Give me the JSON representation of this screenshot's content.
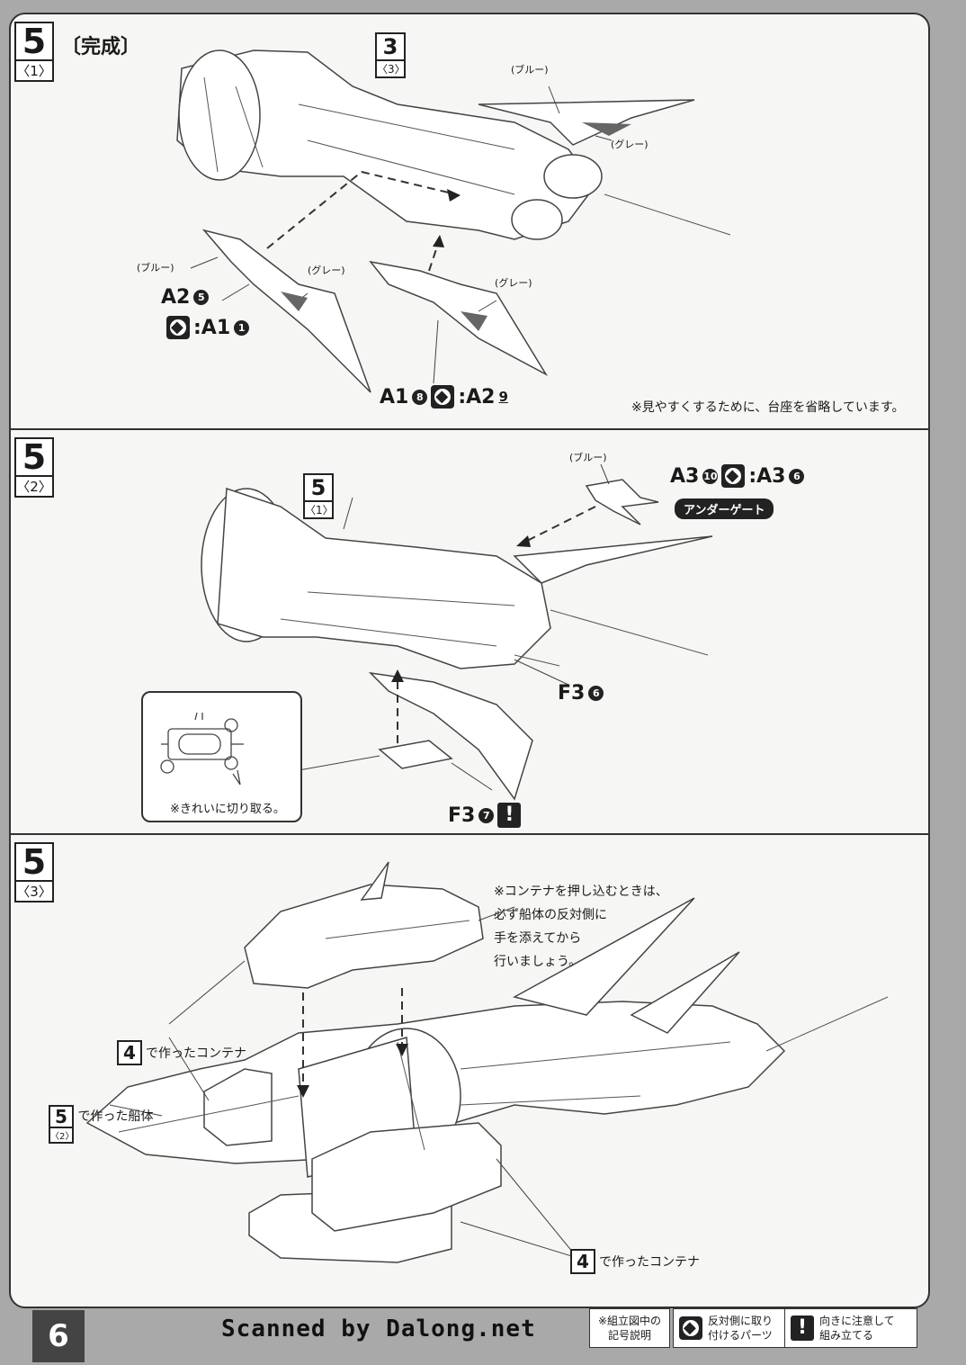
{
  "step1": {
    "step_number": "5",
    "substep": "〈1〉",
    "title": "〔完成〕",
    "ref_number": "3",
    "ref_sub": "〈3〉",
    "labels": {
      "blue_top": "(ブルー)",
      "gray_top": "(グレー)",
      "blue_left": "(ブルー)",
      "gray_left": "(グレー)",
      "gray_right": "(グレー)"
    },
    "parts": {
      "left_code": "A2",
      "left_num": "5",
      "left_pair_code": ":A1",
      "left_pair_num": "1",
      "right_code": "A1",
      "right_num": "8",
      "right_pair_code": ":A2",
      "right_pair_num": "9"
    },
    "note": "※見やすくするために、台座を省略しています。"
  },
  "step2": {
    "step_number": "5",
    "substep": "〈2〉",
    "ref_number": "5",
    "ref_sub": "〈1〉",
    "labels": {
      "blue": "(ブルー)"
    },
    "parts": {
      "top_code": "A3",
      "top_num": "10",
      "top_pair_code": ":A3",
      "top_pair_num": "6",
      "badge": "アンダーゲート",
      "f36_code": "F3",
      "f36_num": "6",
      "f37_code": "F3",
      "f37_num": "7"
    },
    "inset_note": "※きれいに切り取る。"
  },
  "step3": {
    "step_number": "5",
    "substep": "〈3〉",
    "note_lines": [
      "※コンテナを押し込むときは、",
      "必ず船体の反対側に",
      "手を添えてから",
      "行いましょう。"
    ],
    "container_top": {
      "num": "4",
      "text": "で作ったコンテナ"
    },
    "ship": {
      "num": "5",
      "sub": "〈2〉",
      "text": "で作った船体"
    },
    "container_bottom": {
      "num": "4",
      "text": "で作ったコンテナ"
    }
  },
  "footer": {
    "page_number": "6",
    "scan_credit": "Scanned by Dalong.net",
    "legend_title": [
      "※組立図中の",
      "記号説明"
    ],
    "legend_reverse": [
      "反対側に取り",
      "付けるパーツ"
    ],
    "legend_caution": [
      "向きに注意して",
      "組み立てる"
    ]
  }
}
